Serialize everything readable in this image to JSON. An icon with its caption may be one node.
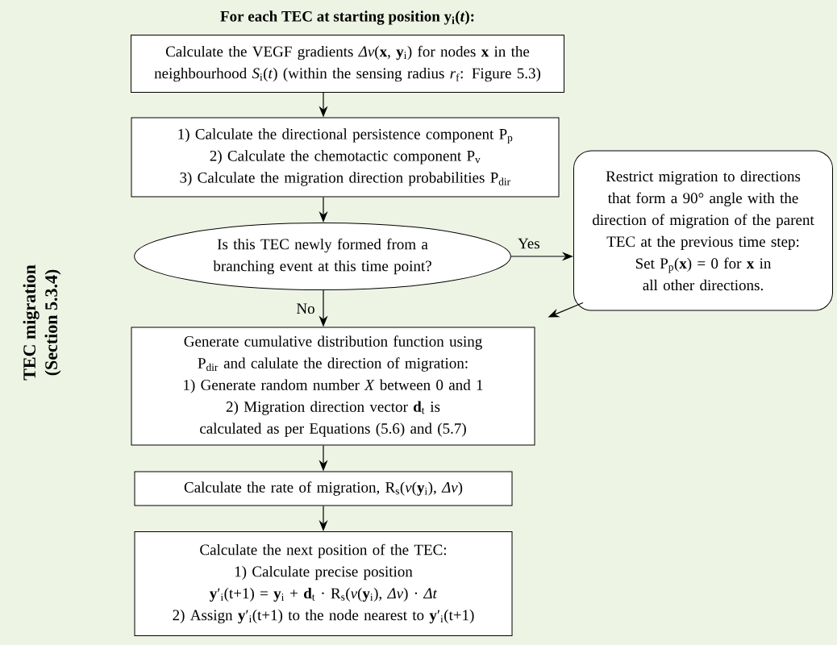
{
  "diagram": {
    "title": "For each TEC at starting position y$_{i}$(*t*):",
    "nodes": [
      {
        "text": [
          "Calculate the VEGF gradients *Δv*(**x**, **y**$_{i}$) for nodes **x** in the neighbourhood *S*$_{i}$(*t*) (within the sensing radius *r*$_{f}$: Figure 5.3)"
        ]
      },
      {
        "text": [
          "1) Calculate the directional persistence component P$_{p}$",
          "2) Calculate the chemotactic component P$_{v}$",
          "3) Calculate the migration direction probabilities P$_{dir}$"
        ]
      },
      {
        "text": [
          "Is this TEC newly formed from a branching event at this time point?"
        ]
      },
      {
        "text": [
          "Restrict migration to directions that form a 90° angle with the direction of migration of the parent TEC at the previous time step:",
          "Set P$_{p}$(**x**) = 0 for **x** in all other directions."
        ]
      },
      {
        "text": [
          "Generate cumulative distribution function using P$_{dir}$ and calulate the direction of migration:",
          "1) Generate random number *X* between 0 and 1",
          "2) Migration direction vector **d**$_{t}$ is calculated as per Equations (5.6) and (5.7)"
        ]
      },
      {
        "text": [
          "Calculate the rate of migration, R$_{s}$(*v*(**y**$_{i}$), *Δv*)"
        ]
      },
      {
        "text": [
          "Calculate the next position of the TEC:",
          "1) Calculate precise position",
          "**y**′$_{i}$(t+1) = **y**$_{i}$ + **d**$_{t}$ · R$_{s}$(*v*(**y**$_{i}$), *Δv*) · *Δt*",
          "2) Assign **y**′$_{i}$(t+1) to the node nearest to **y**′$_{i}$(t+1)"
        ]
      }
    ],
    "edges": [
      {
        "from": 0,
        "to": 1,
        "arrow": "to"
      },
      {
        "from": 1,
        "to": 2,
        "arrow": "to"
      },
      {
        "from": 2,
        "to": 3,
        "arrow": "to",
        "label": "Yes"
      },
      {
        "from": 2,
        "to": 4,
        "arrow": "to",
        "label": "No"
      },
      {
        "from": 3,
        "to": 4,
        "arrow": "to"
      },
      {
        "from": 4,
        "to": 5,
        "arrow": "to"
      },
      {
        "from": 5,
        "to": 6,
        "arrow": "to"
      }
    ],
    "labels": [
      "TEC migration",
      "(Section 5.3.4)"
    ]
  }
}
